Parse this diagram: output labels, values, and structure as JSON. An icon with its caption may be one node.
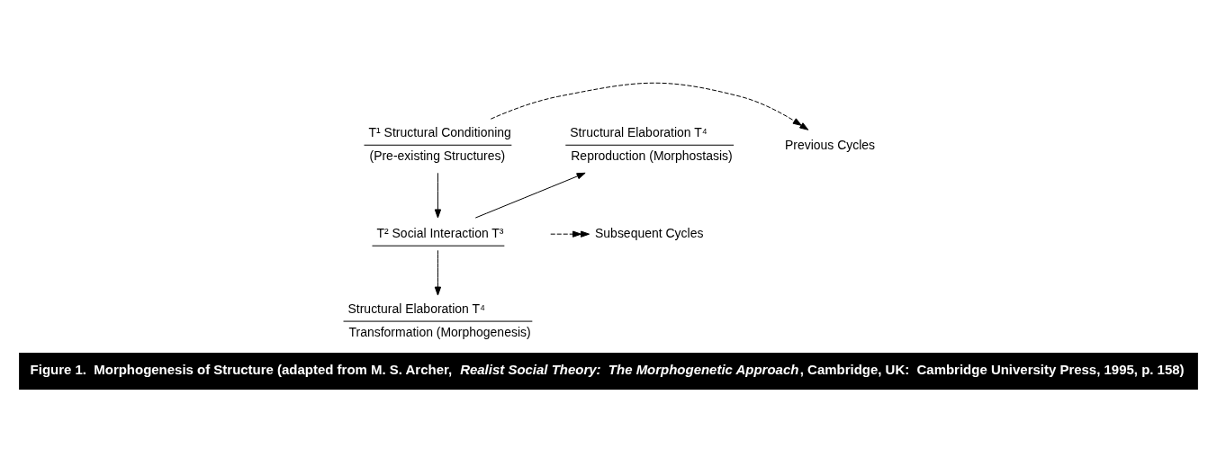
{
  "diagram": {
    "caption": "Figure 1.  Morphogenesis of Structure (adapted from M. S. Archer, *Realist Social Theory:  The Morphogenetic Approach*, Cambridge, UK:  Cambridge University Press, 1995, p. 158)",
    "nodes": [
      {
        "text": [
          "T¹ Structural Conditioning",
          "(Pre-existing Structures)"
        ]
      },
      {
        "text": [
          "Previous Cycles"
        ]
      },
      {
        "text": [
          "T² Social Interaction T³"
        ]
      },
      {
        "text": [
          "Structural Elaboration T⁴",
          "Reproduction (Morphostasis)"
        ]
      },
      {
        "text": [
          "Structural Elaboration T⁴",
          "Transformation (Morphogenesis)"
        ]
      },
      {
        "text": [
          "Subsequent Cycles"
        ]
      }
    ],
    "edges": [
      {
        "from": 0,
        "to": 1,
        "arrow": "to",
        "style": "dashed"
      },
      {
        "from": 0,
        "to": 2,
        "arrow": "to"
      },
      {
        "from": 2,
        "to": 3,
        "arrow": "to"
      },
      {
        "from": 2,
        "to": 4,
        "arrow": "to"
      },
      {
        "from": null,
        "to": 5,
        "arrow": "to",
        "style": "dashed"
      }
    ]
  }
}
